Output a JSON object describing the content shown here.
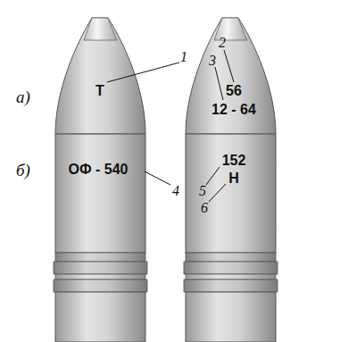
{
  "diagram": {
    "labels": [
      "Т",
      "1",
      "2",
      "56",
      "3",
      "12 - 64",
      "ОФ - 540",
      "4",
      "152",
      "5",
      "Н",
      "6",
      "а)",
      "б)"
    ]
  }
}
